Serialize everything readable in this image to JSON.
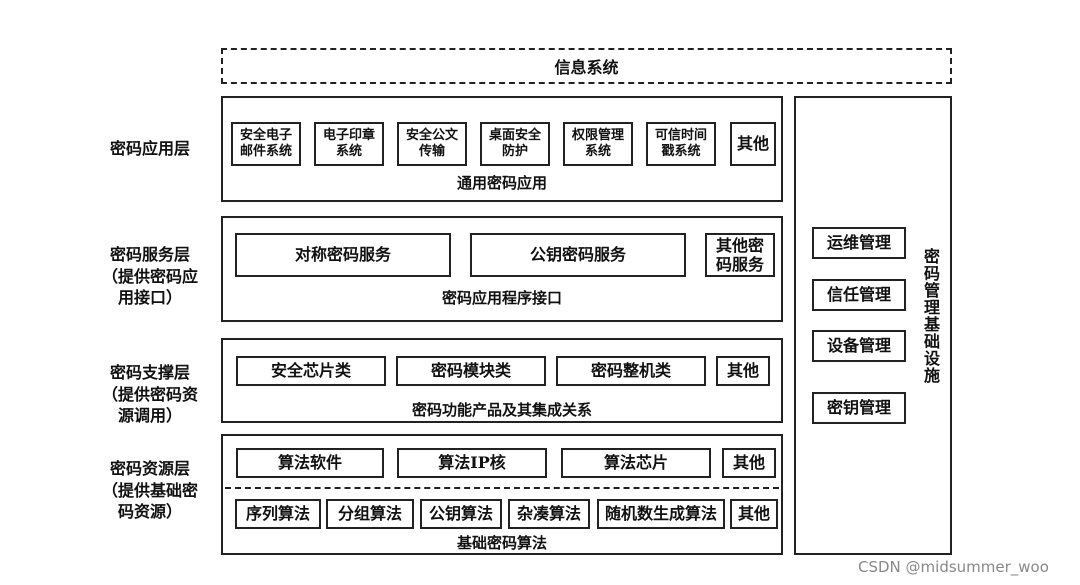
{
  "top_system": "信息系统",
  "layers": {
    "application": {
      "label": "密码应用层",
      "items": [
        "安全电子\n邮件系统",
        "电子印章\n系统",
        "安全公文\n传输",
        "桌面安全\n防护",
        "权限管理\n系统",
        "可信时间\n戳系统",
        "其他"
      ],
      "caption": "通用密码应用"
    },
    "service": {
      "label": "密码服务层\n（提供密码应\n用接口）",
      "items": [
        "对称密码服务",
        "公钥密码服务",
        "其他密\n码服务"
      ],
      "caption": "密码应用程序接口"
    },
    "support": {
      "label": "密码支撑层\n（提供密码资\n源调用）",
      "items": [
        "安全芯片类",
        "密码模块类",
        "密码整机类",
        "其他"
      ],
      "caption": "密码功能产品及其集成关系"
    },
    "resource": {
      "label": "密码资源层\n（提供基础密\n码资源）",
      "items_top": [
        "算法软件",
        "算法IP核",
        "算法芯片",
        "其他"
      ],
      "items_bottom": [
        "序列算法",
        "分组算法",
        "公钥算法",
        "杂凑算法",
        "随机数生成算法",
        "其他"
      ],
      "caption": "基础密码算法"
    }
  },
  "infrastructure": {
    "title": "密码管理基础设施",
    "items": [
      "运维管理",
      "信任管理",
      "设备管理",
      "密钥管理"
    ]
  },
  "watermark": "CSDN @midsummer_woo"
}
